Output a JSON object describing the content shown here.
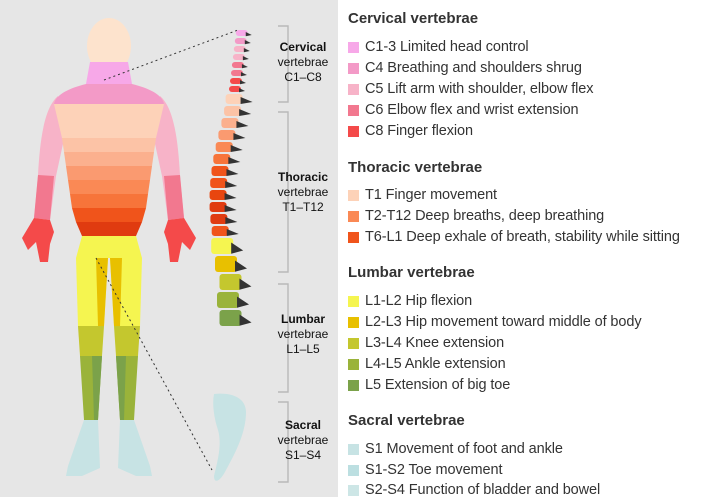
{
  "colors": {
    "background_panel": "#e6e6e6",
    "face": "#fde3cd",
    "c13": "#f7a8e8",
    "c4": "#f39ac7",
    "c5": "#f7b3c8",
    "c6": "#f2788f",
    "c8": "#f44a4a",
    "t1": "#fdd2b8",
    "t2t12": "#fa8955",
    "t6l1": "#f0541b",
    "l1l2": "#f5f550",
    "l2l3": "#e8c000",
    "l3l4": "#c4c72e",
    "l4l5": "#9ab33a",
    "l5": "#7ba24a",
    "s1": "#c7e3e4",
    "s1s2": "#bcdfe1",
    "s2s4": "#cde6e6",
    "bracket": "#b8b8b8",
    "vertebra_dark": "#333333"
  },
  "regions": [
    {
      "name": "Cervical",
      "sub": "vertebrae",
      "range": "C1–C8"
    },
    {
      "name": "Thoracic",
      "sub": "vertebrae",
      "range": "T1–T12"
    },
    {
      "name": "Lumbar",
      "sub": "vertebrae",
      "range": "L1–L5"
    },
    {
      "name": "Sacral",
      "sub": "vertebrae",
      "range": "S1–S4"
    }
  ],
  "legend": [
    {
      "title": "Cervical vertebrae",
      "items": [
        {
          "label": "C1-3 Limited head control",
          "color": "#f7a8e8"
        },
        {
          "label": "C4 Breathing and shoulders shrug",
          "color": "#f39ac7"
        },
        {
          "label": "C5 Lift arm with shoulder, elbow flex",
          "color": "#f7b3c8"
        },
        {
          "label": "C6 Elbow flex and wrist extension",
          "color": "#f2788f"
        },
        {
          "label": "C8 Finger flexion",
          "color": "#f44a4a"
        }
      ]
    },
    {
      "title": "Thoracic vertebrae",
      "items": [
        {
          "label": "T1 Finger movement",
          "color": "#fdd2b8"
        },
        {
          "label": "T2-T12 Deep breaths, deep breathing",
          "color": "#fa8955"
        },
        {
          "label": "T6-L1 Deep exhale of breath, stability while sitting",
          "color": "#f0541b"
        }
      ]
    },
    {
      "title": "Lumbar vertebrae",
      "items": [
        {
          "label": "L1-L2 Hip flexion",
          "color": "#f5f550"
        },
        {
          "label": "L2-L3 Hip movement toward middle of body",
          "color": "#e8c000"
        },
        {
          "label": "L3-L4 Knee extension",
          "color": "#c4c72e"
        },
        {
          "label": "L4-L5 Ankle extension",
          "color": "#9ab33a"
        },
        {
          "label": "L5 Extension of big toe",
          "color": "#7ba24a"
        }
      ]
    },
    {
      "title": "Sacral vertebrae",
      "items": [
        {
          "label": "S1 Movement of foot and ankle",
          "color": "#c7e3e4"
        },
        {
          "label": "S1-S2 Toe movement",
          "color": "#bcdfe1"
        },
        {
          "label": "S2-S4 Function of bladder and bowel",
          "color": "#cde6e6"
        }
      ]
    }
  ]
}
